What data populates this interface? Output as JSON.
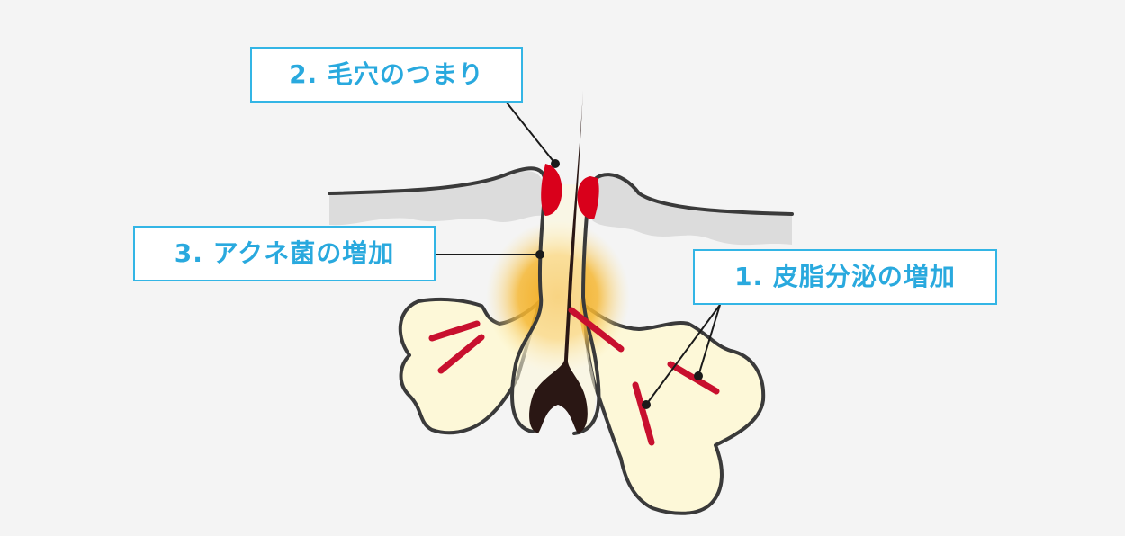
{
  "labels": {
    "pore_clogging": "2. 毛穴のつまり",
    "acne_bacteria": "3. アクネ菌の増加",
    "sebum_secretion": "1. 皮脂分泌の増加"
  },
  "colors": {
    "background": "#f4f4f4",
    "label_border": "#33b5e5",
    "label_text": "#29a9de",
    "outline": "#3a3a3a",
    "skin_layer": "#dcdcdc",
    "sebum_gland": "#fdf8d8",
    "bacteria_glow": "#f2a81a",
    "plug_red": "#d9001b",
    "sebum_streak": "#c8102e",
    "hair": "#2a1714"
  }
}
